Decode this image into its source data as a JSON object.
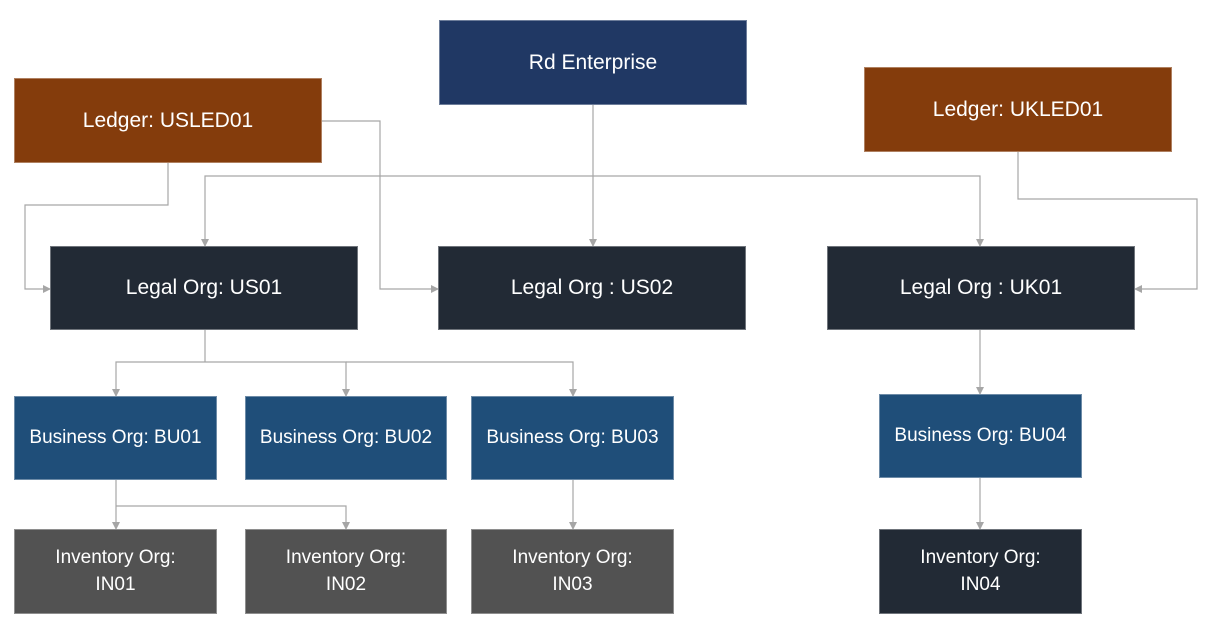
{
  "colors": {
    "enterprise": "#203864",
    "ledger": "#843C0C",
    "legal": "#222A35",
    "business": "#1F4E79",
    "inventory": "#525252",
    "inventory_dark": "#222A35",
    "connector": "#A6A6A6"
  },
  "enterprise": {
    "label": "Rd Enterprise"
  },
  "ledgers": {
    "us": "Ledger: USLED01",
    "uk": "Ledger: UKLED01"
  },
  "legal_orgs": {
    "us01": "Legal Org: US01",
    "us02": "Legal Org : US02",
    "uk01": "Legal Org : UK01"
  },
  "business_orgs": {
    "bu01": "Business Org: BU01",
    "bu02": "Business Org: BU02",
    "bu03": "Business Org: BU03",
    "bu04": "Business Org: BU04"
  },
  "inventory_orgs": {
    "in01": {
      "line1": "Inventory Org:",
      "line2": "IN01"
    },
    "in02": {
      "line1": "Inventory Org:",
      "line2": "IN02"
    },
    "in03": {
      "line1": "Inventory Org:",
      "line2": "IN03"
    },
    "in04": {
      "line1": "Inventory Org:",
      "line2": "IN04"
    }
  }
}
